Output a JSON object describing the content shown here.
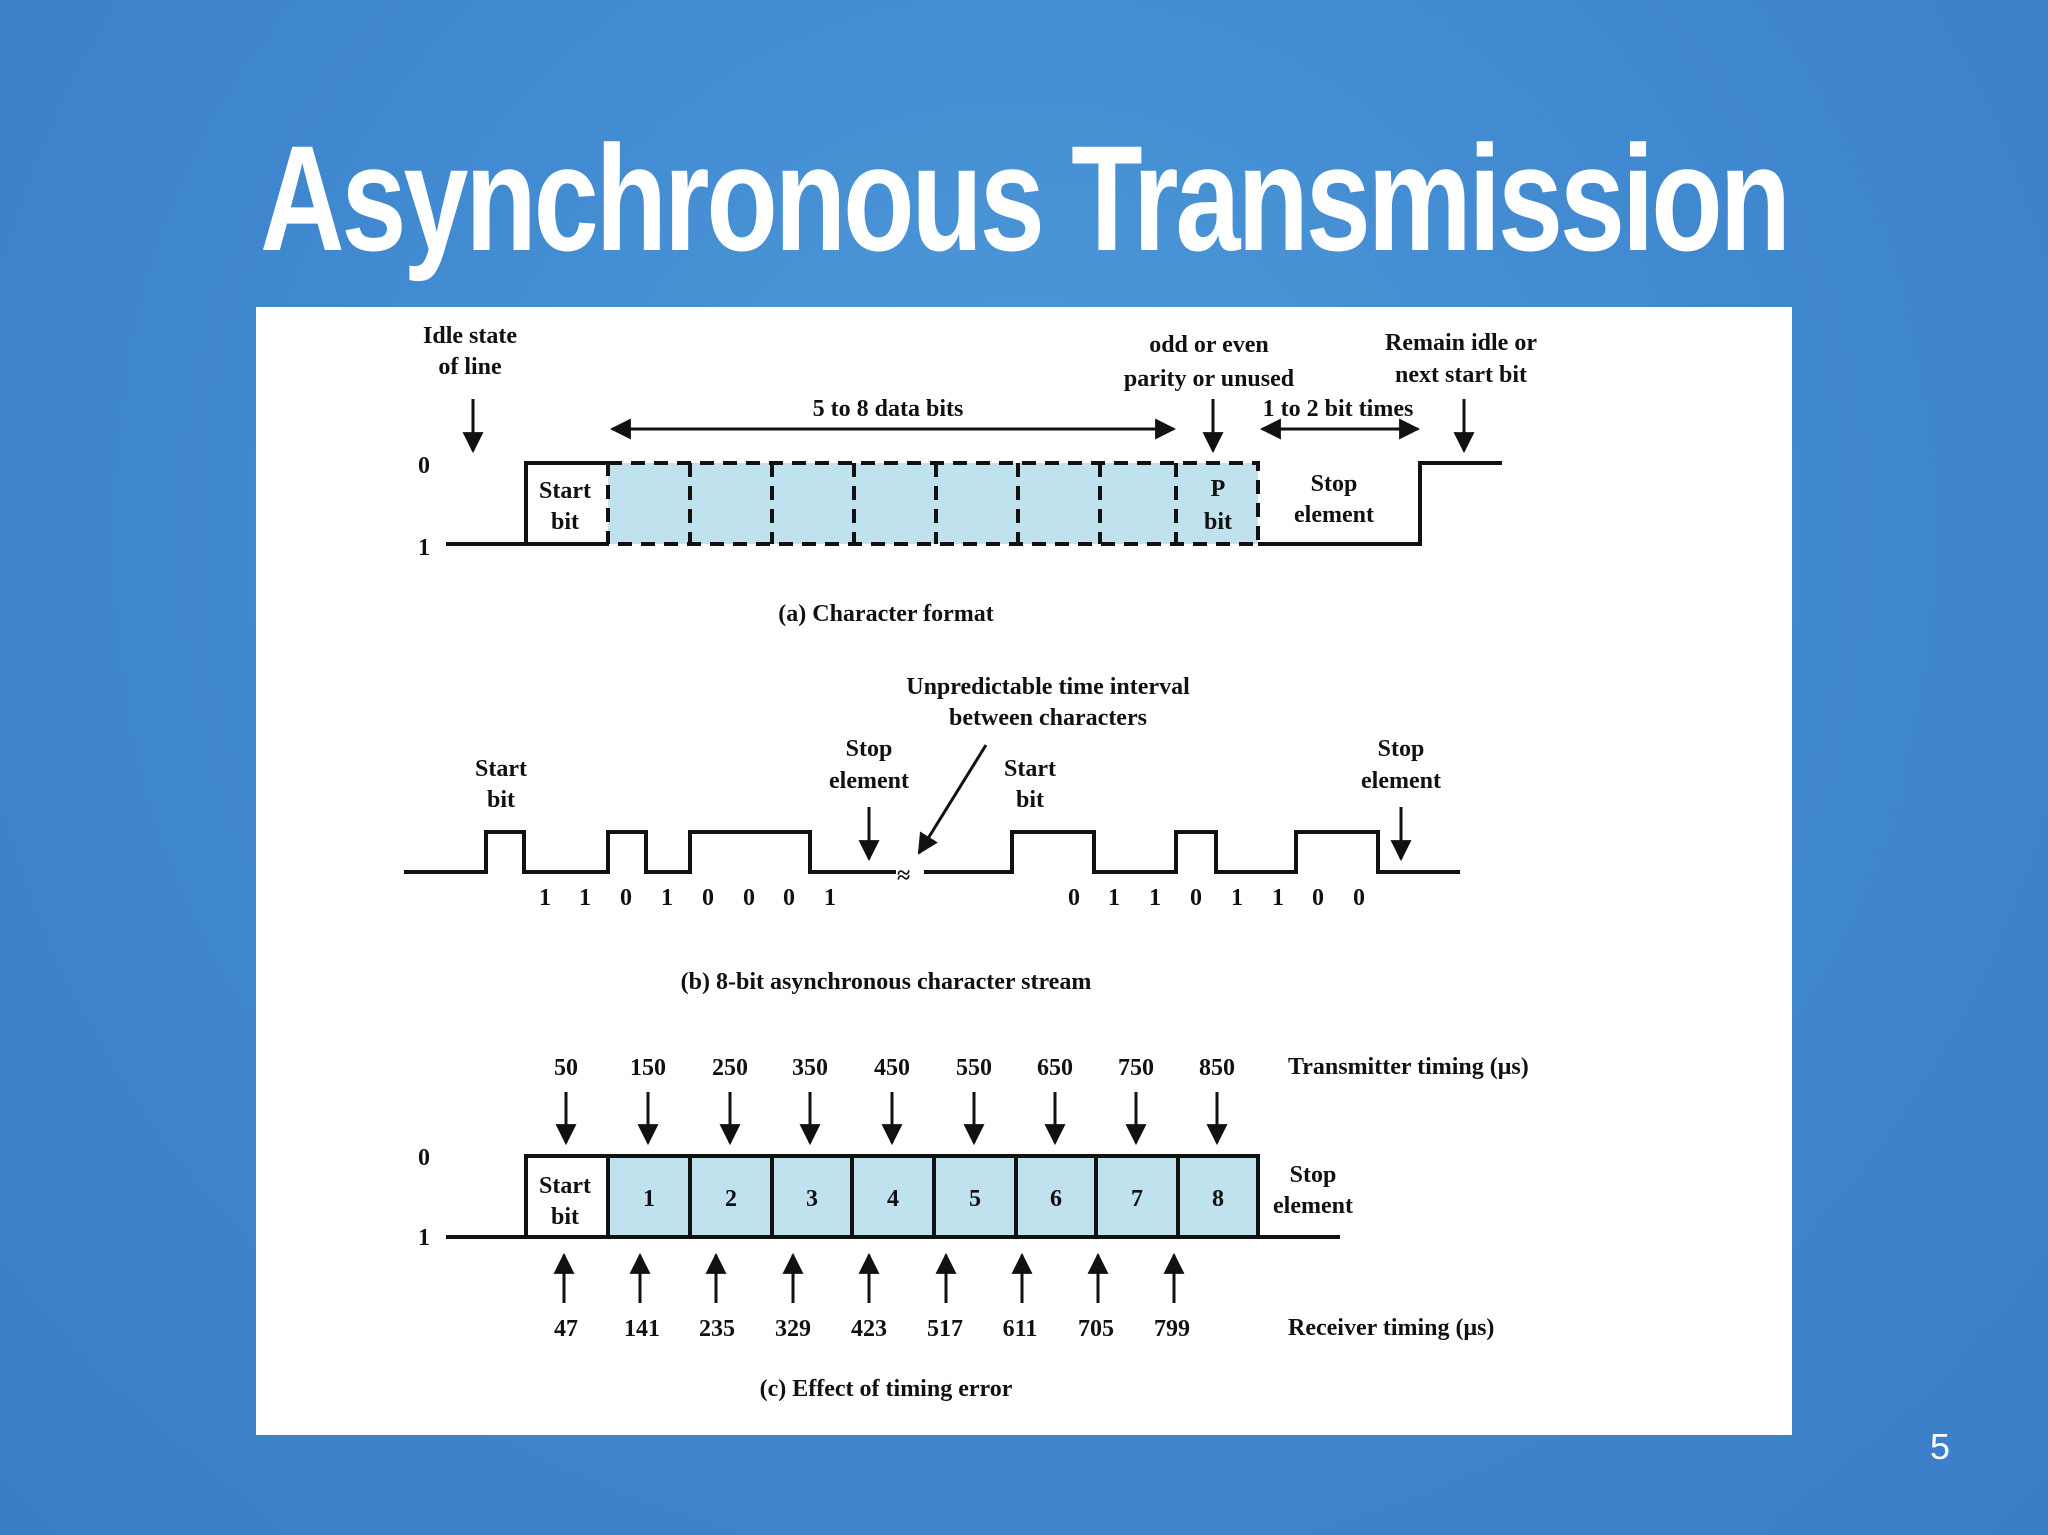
{
  "slide": {
    "title": "Asynchronous Transmission",
    "page_number": "5"
  },
  "panel_a": {
    "idle_line1": "Idle state",
    "idle_line2": "of line",
    "level_0": "0",
    "level_1": "1",
    "start_bit_line1": "Start",
    "start_bit_line2": "bit",
    "data_bits": "5 to 8 data bits",
    "parity_line1": "odd or even",
    "parity_line2": "parity or unused",
    "p_bit_line1": "P",
    "p_bit_line2": "bit",
    "stop_duration": "1 to 2 bit times",
    "remain_line1": "Remain idle or",
    "remain_line2": "next start bit",
    "stop_line1": "Stop",
    "stop_line2": "element",
    "caption": "(a) Character format"
  },
  "panel_b": {
    "interval_line1": "Unpredictable time interval",
    "interval_line2": "between characters",
    "start1_line1": "Start",
    "start1_line2": "bit",
    "stop1_line1": "Stop",
    "stop1_line2": "element",
    "start2_line1": "Start",
    "start2_line2": "bit",
    "stop2_line1": "Stop",
    "stop2_line2": "element",
    "bits_char1": [
      "1",
      "1",
      "0",
      "1",
      "0",
      "0",
      "0",
      "1"
    ],
    "bits_char2": [
      "0",
      "1",
      "1",
      "0",
      "1",
      "1",
      "0",
      "0"
    ],
    "caption": "(b) 8-bit asynchronous character stream"
  },
  "panel_c": {
    "transmitter_times": [
      "50",
      "150",
      "250",
      "350",
      "450",
      "550",
      "650",
      "750",
      "850"
    ],
    "transmitter_label": "Transmitter timing (μs)",
    "receiver_times": [
      "47",
      "141",
      "235",
      "329",
      "423",
      "517",
      "611",
      "705",
      "799"
    ],
    "receiver_label": "Receiver timing (μs)",
    "level_0": "0",
    "level_1": "1",
    "start_line1": "Start",
    "start_line2": "bit",
    "bit_numbers": [
      "1",
      "2",
      "3",
      "4",
      "5",
      "6",
      "7",
      "8"
    ],
    "stop_line1": "Stop",
    "stop_line2": "element",
    "caption": "(c) Effect of timing error"
  },
  "colors": {
    "background": "#3f87cf",
    "bit_fill": "#bfe2ee",
    "line": "#111111",
    "title": "#ffffff"
  }
}
